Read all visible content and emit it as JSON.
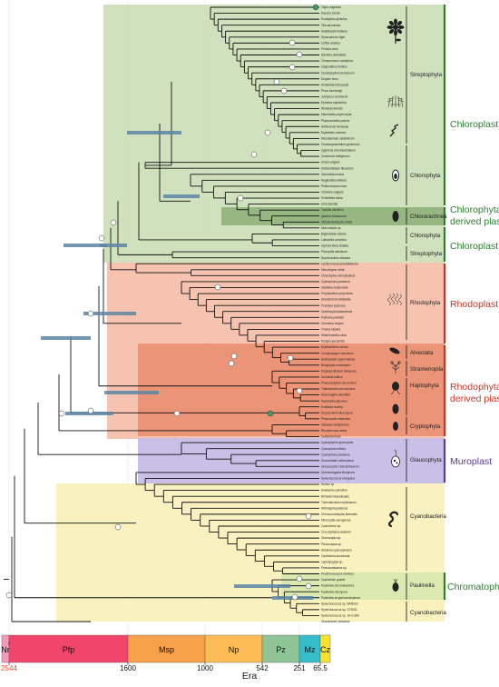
{
  "axis": {
    "title": "Era",
    "ticks": [
      "2544",
      "1600",
      "1000",
      "542",
      "251",
      "65.5"
    ]
  },
  "eras": [
    {
      "label": "Nr",
      "color": "#f59ab8"
    },
    {
      "label": "Pfp",
      "color": "#f2456c"
    },
    {
      "label": "Msp",
      "color": "#f8a04a"
    },
    {
      "label": "Np",
      "color": "#fbbc55"
    },
    {
      "label": "Pz",
      "color": "#8fc596"
    },
    {
      "label": "Mz",
      "color": "#36bdc9"
    },
    {
      "label": "Cz",
      "color": "#fbe22d"
    }
  ],
  "regions": [
    {
      "label": "Chloroplast",
      "color": "#2e7d32"
    },
    {
      "label": "Chlorophyta derived plastid",
      "color": "#2e7d32"
    },
    {
      "label": "Chloroplast",
      "color": "#2e7d32"
    },
    {
      "label": "Rhodoplast",
      "color": "#c0392b"
    },
    {
      "label": "Rhodophyta derived plastid",
      "color": "#c0392b"
    },
    {
      "label": "Muroplast",
      "color": "#5b3a9a"
    },
    {
      "label": "Chromatophore",
      "color": "#2e7d32"
    }
  ],
  "clades": [
    "Streptophyta",
    "Chlorophyta",
    "Chlorarachnea",
    "Chlorophyta",
    "Streptophyta",
    "Rhodophyta",
    "Alveolata",
    "Stramenopila",
    "Haptophyta",
    "Cryptophyta",
    "Glaucophyta",
    "Cyanobacteria",
    "Paulinella",
    "Cyanobacteria"
  ],
  "icons": [
    "flower-icon",
    "moss-icon",
    "alga-icon",
    "cell-icon",
    "seaweed-icon",
    "diatom-icon",
    "coccolith-icon",
    "cryptomonad-icon",
    "glaucophyte-icon",
    "filament-icon",
    "amoeba-icon"
  ],
  "taxa": [
    "Vigna angularis",
    "Daucus carota",
    "Eucalyptus globulus",
    "Tilia amurensis",
    "Arabidopsis thaliana",
    "Hyoscyamus niger",
    "Coffea arabica",
    "Primula veris",
    "Nandina domestica",
    "Cinnamomum camphora",
    "Calycanthus floridus",
    "Ceratophyllum demersum",
    "Euryale ferox",
    "Amborella trichopoda",
    "Pinus thunbergii",
    "Juniperus communis",
    "Ephedra equisetina",
    "Woodsia ilvensis",
    "Marchantia polymorpha",
    "Physcomitrella patens",
    "Anthoceros formosae",
    "Equisetum arvense",
    "Mesotaenium caldariorum",
    "Chaetosphaeridium globosum",
    "Zygnema circumcarinatum",
    "Closterium baillyanum",
    "Chara vulgaris",
    "Klebsormidium flaccidum",
    "Gemmella mucea",
    "Neglectella solitaria",
    "Pedinomonas minor",
    "Chlorella vulgaris",
    "Scherffelia dubia",
    "Ulva fasciata",
    "Tupiella akinetica",
    "Ignatius tetrasporus",
    "Oltmannsiellopsis viridis",
    "Monomastix sp.",
    "Bigelowiella natans",
    "Lotharella oceanica",
    "Gymnochlora stellata",
    "Picocystis salinarum",
    "Nephroselmis olivacea",
    "Cymbomonas tetramitiformis",
    "Mesostigma viride",
    "Chlorokybus atmophyticus",
    "Cyanophora paradoxa",
    "Galdieria sulphuraria",
    "Porphyridium purpureum",
    "Gracilaria tenuistipitata",
    "Porphyra purpurea",
    "Grateloupia taiwanensis",
    "Palmaria palmata",
    "Chondrus crispus",
    "Thorea hispida",
    "Hildenbrandia rubra",
    "Pyropia yezoensis",
    "Erythrotrichia carnea",
    "Compsopogon caeruleus",
    "Bulboplastis apyrenoidosa",
    "Bangiopsis subsimplex",
    "Kryptoperidinium foliaceum",
    "Durinskia baltica",
    "Phaeodactylum tricornutum",
    "Thalassiosira pseudonana",
    "Heterosigma akashiwo",
    "Saccharina japonica",
    "Emiliania huxleyi",
    "Chrysochromulina parva",
    "Phaeocystis antarctica",
    "Teleaulax amphioxeia",
    "Rhodomonas salina",
    "Guillardia theta",
    "Cyanoptyche gloeocystis",
    "Cyanophora biloba",
    "Cyanophora paradoxa",
    "Gloeochaete wittrockiana",
    "Glaucocystis nostochinearum",
    "Gloeomargarita lithophora",
    "Synechococcus elongatus",
    "Nostoc sp.",
    "Anabaena cylindrica",
    "Richelia intracellularis",
    "Trichodesmium erythraeum",
    "Arthrospira platensis",
    "Chroococcidiopsis thermalis",
    "Microcystis aeruginosa",
    "Cyanothece sp.",
    "Crocosphaera watsonii",
    "Gloeocapsa sp.",
    "Pleurocapsa sp.",
    "Stanieria cyanosphaera",
    "Oscillatoria acuminata",
    "Leptolyngbya sp.",
    "Pseudanabaena sp.",
    "Prochlorococcus marinus",
    "Cyanobium gracile",
    "Paulinella chromatophora",
    "Paulinella micropora",
    "Paulinella longichromatophora",
    "Synechococcus sp. WH8102",
    "Synechococcus sp. CC9311",
    "Synechococcus sp. JA-3-3Ab",
    "Gloeobacter violaceus"
  ]
}
